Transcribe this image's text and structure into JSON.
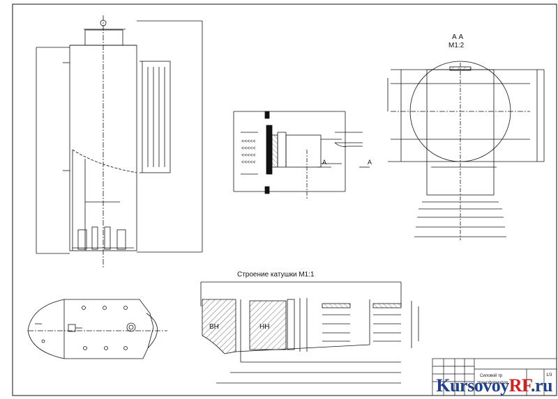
{
  "drawing": {
    "section_mark": "А А",
    "section_scale": "М1:2",
    "coil_title": "Строение катушки М1:1",
    "cut_label_1": "А",
    "cut_label_2": "А",
    "winding_hv": "ВН",
    "winding_lv": "НН",
    "titleblock_line1": "Силовой тр",
    "titleblock_line2": "трансформатор",
    "sheet_no": "1/3"
  },
  "watermark": {
    "part1": "Kursovoy",
    "part2": "RF",
    "part3": ".ru"
  },
  "colors": {
    "line": "#111111",
    "hatch": "#333333",
    "brand_blue": "#1f3f8f",
    "brand_red": "#d42020"
  }
}
